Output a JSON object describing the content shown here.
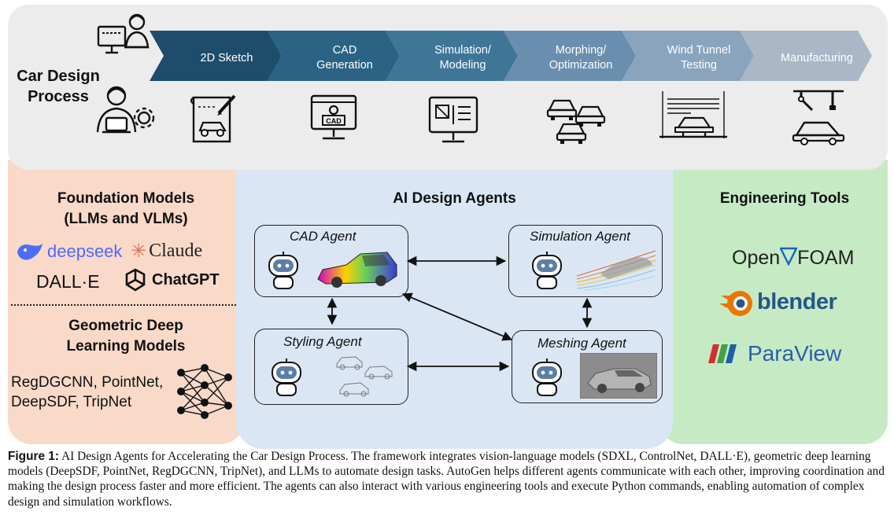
{
  "process": {
    "title_line1": "Car Design",
    "title_line2": "Process",
    "steps": [
      {
        "line1": "2D Sketch",
        "line2": ""
      },
      {
        "line1": "CAD",
        "line2": "Generation"
      },
      {
        "line1": "Simulation/",
        "line2": "Modeling"
      },
      {
        "line1": "Morphing/",
        "line2": "Optimization"
      },
      {
        "line1": "Wind Tunnel",
        "line2": "Testing"
      },
      {
        "line1": "Manufacturing",
        "line2": ""
      }
    ],
    "step_colors": [
      "#1e4d6b",
      "#2c6384",
      "#3f7698",
      "#6a8fae",
      "#8aa4bd",
      "#a9b7c6"
    ],
    "step_icons": [
      "blueprint-car-icon",
      "cad-monitor-icon",
      "simulation-monitor-icon",
      "multiple-cars-icon",
      "wind-tunnel-icon",
      "robot-arm-car-icon"
    ]
  },
  "foundation": {
    "title_line1": "Foundation Models",
    "title_line2": "(LLMs and VLMs)",
    "brands": {
      "deepseek": "deepseek",
      "claude": "Claude",
      "dalle": "DALL·E",
      "chatgpt": "ChatGPT"
    }
  },
  "geometric": {
    "title_line1": "Geometric Deep",
    "title_line2": "Learning Models",
    "models_line1": "RegDGCNN, PointNet,",
    "models_line2": "DeepSDF, TripNet"
  },
  "agents": {
    "title": "AI Design Agents",
    "cad": "CAD  Agent",
    "simulation": "Simulation Agent",
    "styling": "Styling Agent",
    "meshing": "Meshing Agent"
  },
  "tools": {
    "title": "Engineering Tools",
    "openfoam_a": "Open",
    "openfoam_b": "FOAM",
    "blender": "blender",
    "paraview": "ParaView"
  },
  "caption": {
    "label": "Figure 1:",
    "text": "AI Design Agents for Accelerating the Car Design Process. The framework integrates vision-language models (SDXL, ControlNet, DALL·E), geometric deep learning models (DeepSDF, PointNet, RegDGCNN, TripNet), and LLMs to automate design tasks.  AutoGen helps different agents communicate with each other, improving coordination and making the design process faster and more efficient. The agents can also interact with various engineering tools and execute Python commands, enabling automation of complex design and simulation workflows."
  },
  "colors": {
    "top_panel": "#ececec",
    "foundation_panel": "#f9d9c8",
    "agents_panel": "#dbe6f4",
    "tools_panel": "#c6ebc4",
    "deepseek_blue": "#4d6bfe",
    "claude_orange": "#d97757",
    "blender_orange": "#ea7600",
    "blender_blue": "#265787",
    "paraview_blue": "#2b5fa8"
  }
}
